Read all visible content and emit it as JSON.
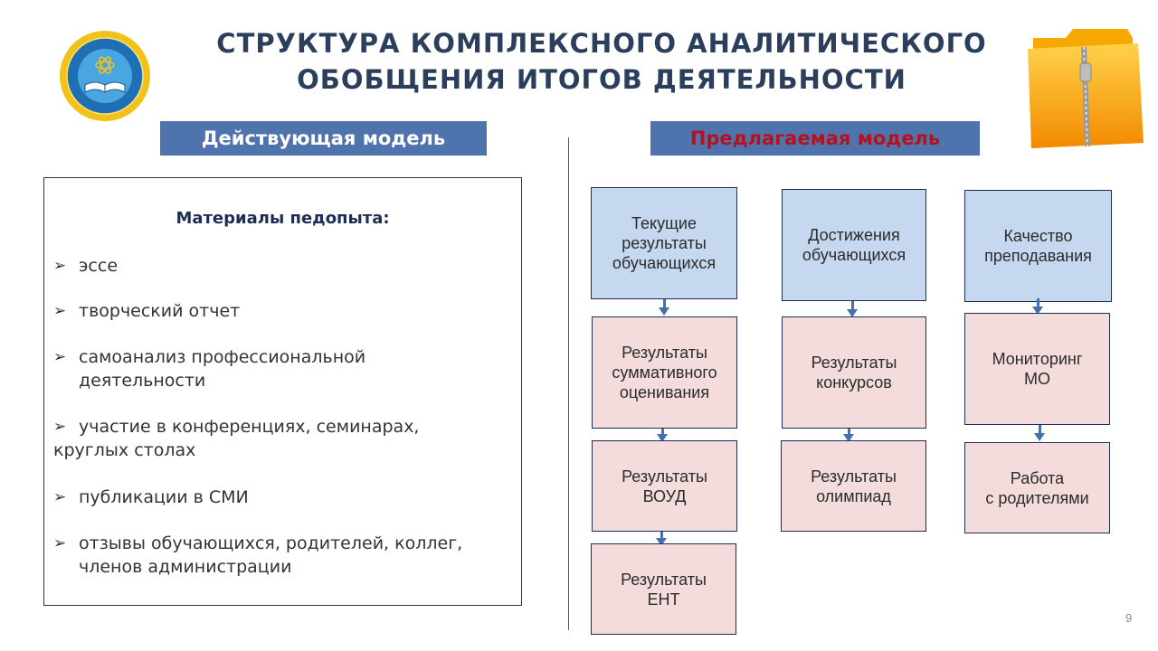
{
  "title": {
    "line1": "СТРУКТУРА КОМПЛЕКСНОГО АНАЛИТИЧЕСКОГО",
    "line2": "ОБОБЩЕНИЯ ИТОГОВ ДЕЯТЕЛЬНОСТИ"
  },
  "headers": {
    "current": "Действующая модель",
    "proposed": "Предлагаемая модель"
  },
  "materials": {
    "title": "Материалы педопыта:",
    "items": [
      "эссе",
      "творческий отчет",
      "самоанализ профессиональной деятельности",
      " участие в конференциях, семинарах, круглых столах",
      "публикации в СМИ",
      "отзывы обучающихся, родителей, коллег, членов администрации"
    ]
  },
  "columns": [
    {
      "head": "Текущие\nрезультаты\nобучающихся",
      "items": [
        "Результаты\nсуммативного\nоценивания",
        "Результаты\nВОУД",
        "Результаты\nЕНТ"
      ]
    },
    {
      "head": "Достижения\nобучающихся",
      "items": [
        "Результаты\nконкурсов",
        "Результаты\nолимпиад"
      ]
    },
    {
      "head": "Качество\nпреподавания",
      "items": [
        "Мониторинг\nМО",
        "Работа\nс родителями"
      ]
    }
  ],
  "page_number": "9",
  "colors": {
    "header_bg": "#4f74ad",
    "proposed_text": "#b3121f",
    "box_blue": "#c6d8f0",
    "box_pink": "#f4dcdc",
    "arrow": "#4670ad"
  },
  "icons": [
    "emblem-icon",
    "folder-icon",
    "arrow-right-bullet-icon",
    "arrow-down-icon"
  ]
}
